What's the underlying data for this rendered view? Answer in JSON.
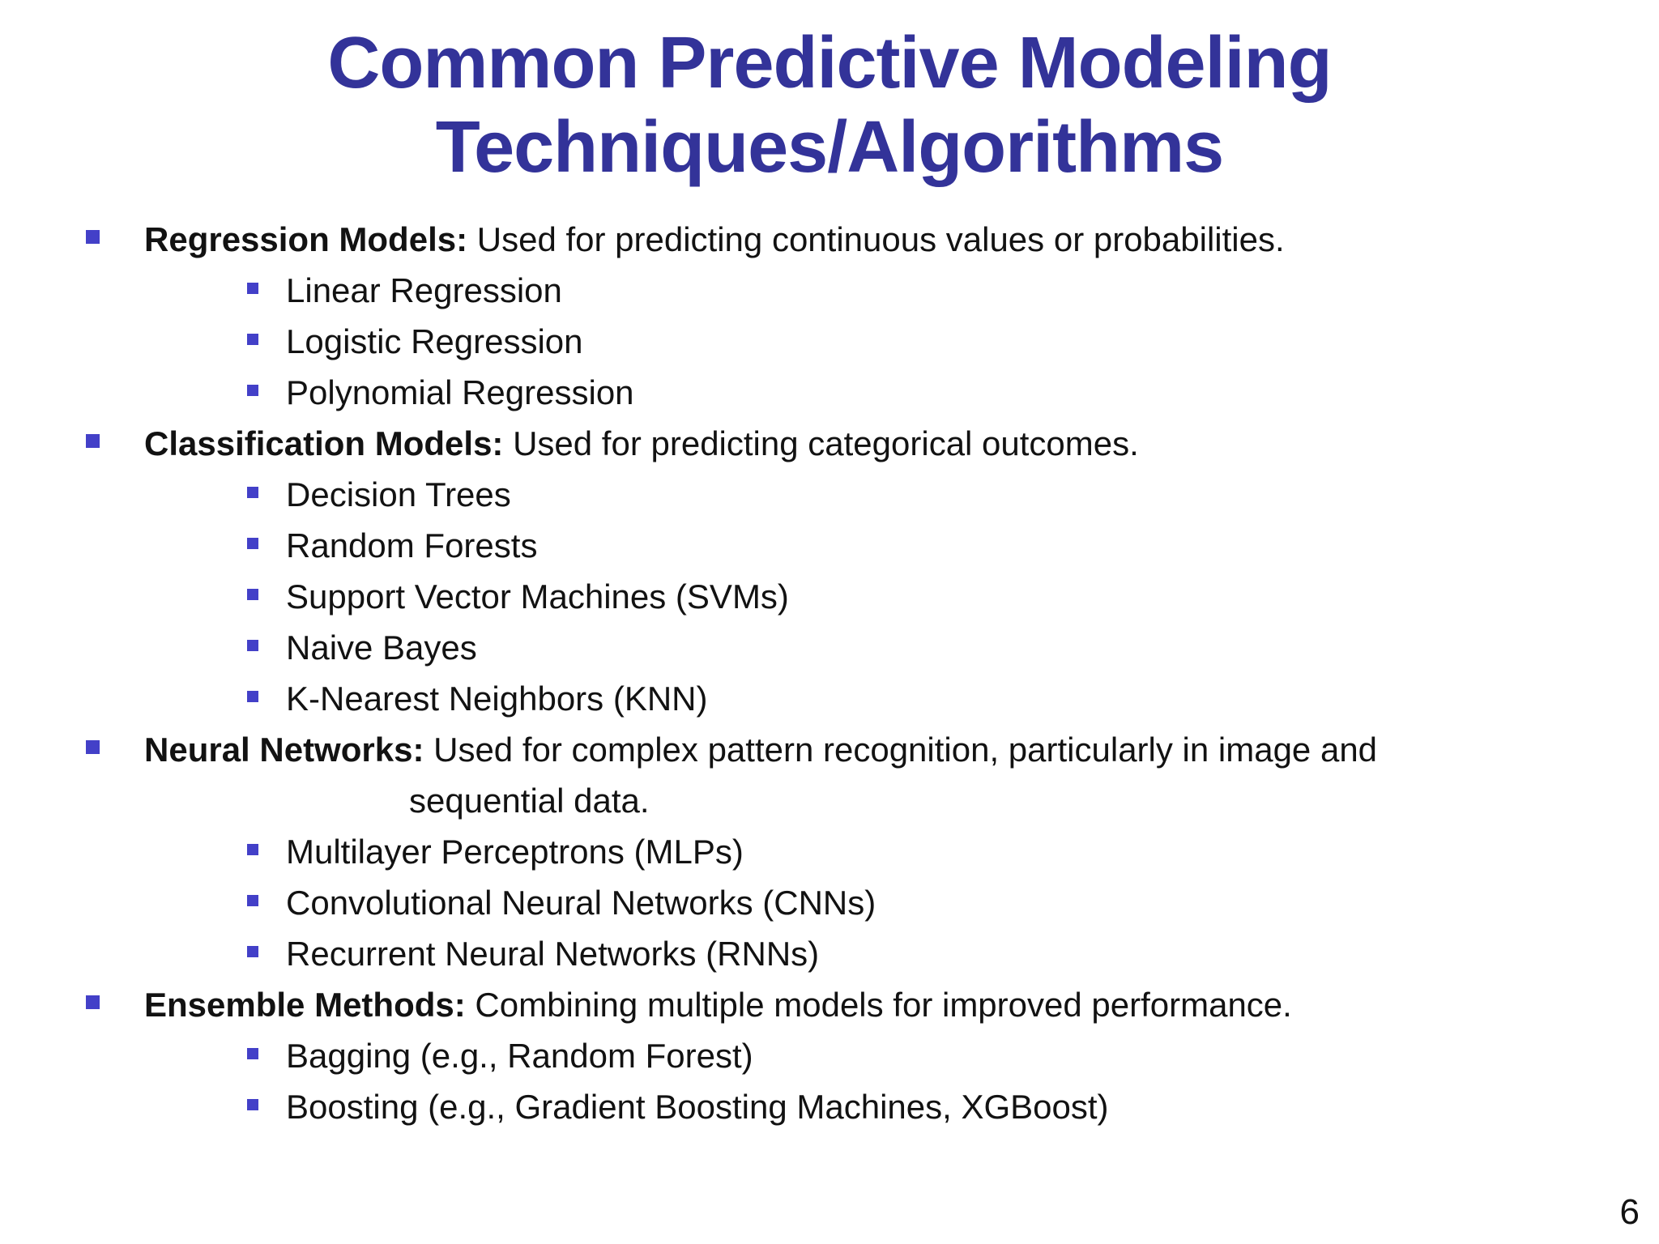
{
  "slide": {
    "title": {
      "line1": "Common Predictive Modeling",
      "line2": "Techniques/Algorithms"
    },
    "page_number": "6",
    "colors": {
      "title_color": "#333399",
      "bullet_color": "#4340C8",
      "text_color": "#121212",
      "background_color": "#FFFFFF"
    },
    "sections": [
      {
        "heading": "Regression Models:",
        "description": "Used for predicting continuous values or probabilities.",
        "items": [
          "Linear Regression",
          "Logistic Regression",
          "Polynomial Regression"
        ]
      },
      {
        "heading": "Classification Models:",
        "description": "Used for predicting categorical outcomes.",
        "items": [
          "Decision Trees",
          "Random Forests",
          "Support Vector Machines (SVMs)",
          "Naive Bayes",
          "K-Nearest Neighbors (KNN)"
        ]
      },
      {
        "heading": "Neural Networks:",
        "description": "Used for complex pattern recognition, particularly in image and",
        "description_line2": "sequential data.",
        "items": [
          "Multilayer Perceptrons (MLPs)",
          "Convolutional Neural Networks (CNNs)",
          "Recurrent Neural Networks (RNNs)"
        ]
      },
      {
        "heading": "Ensemble Methods:",
        "description": "Combining multiple models for improved performance.",
        "items": [
          "Bagging (e.g., Random Forest)",
          "Boosting (e.g., Gradient Boosting Machines, XGBoost)"
        ]
      }
    ]
  }
}
